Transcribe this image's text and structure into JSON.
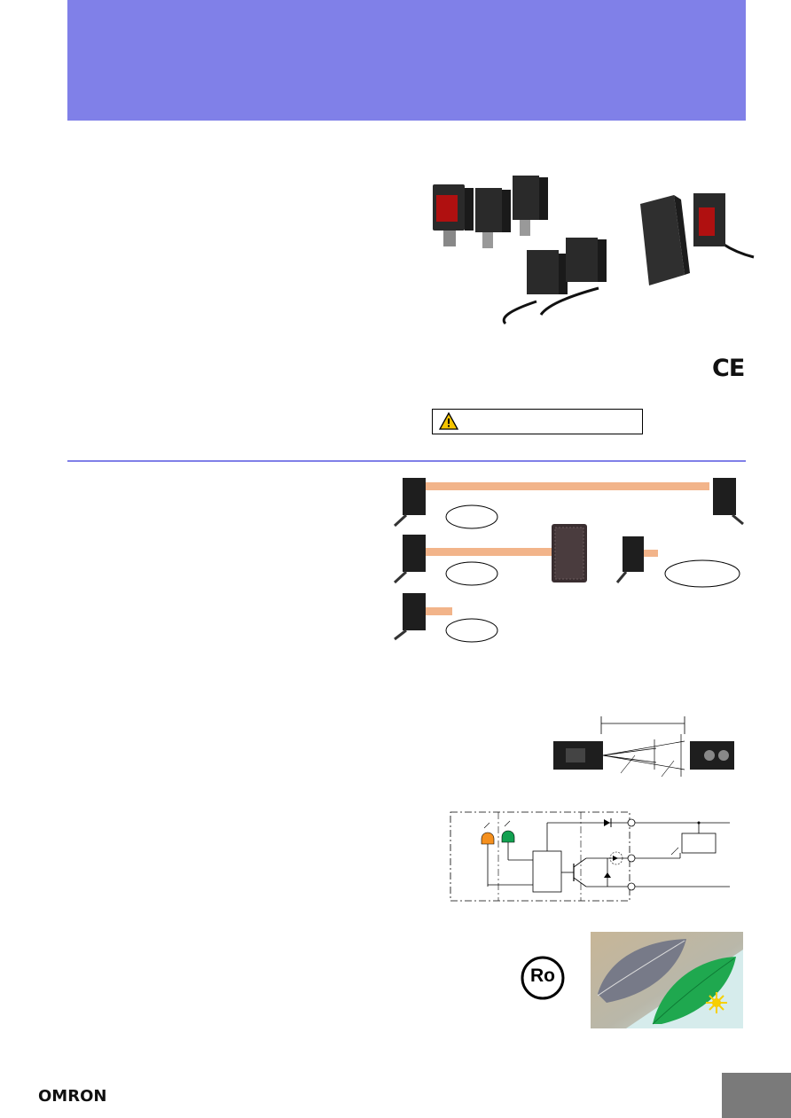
{
  "document": {
    "header_band_color": "#8080e8",
    "brand": {
      "logo_text": "OMRON"
    },
    "certification": {
      "ce_mark": "CE"
    },
    "warning": {
      "icon": "warning-triangle-icon"
    },
    "rohs_badge": {
      "text": "Ro"
    },
    "footer": {
      "page_tab_color": "#7a7a7a"
    }
  }
}
